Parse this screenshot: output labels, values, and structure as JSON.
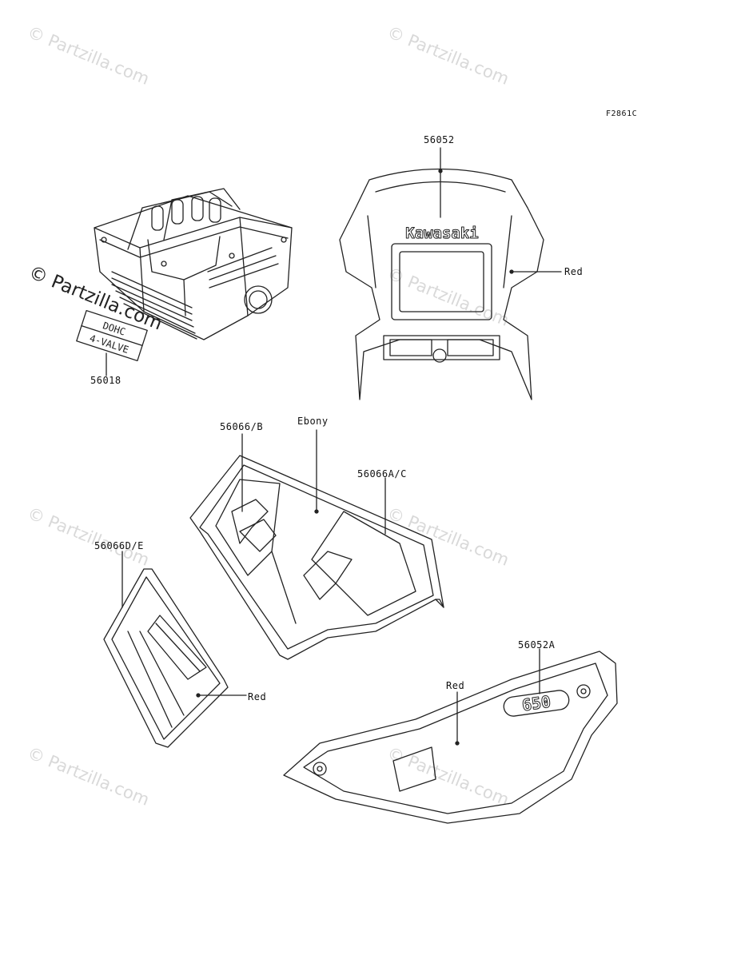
{
  "figure_code": "F2861C",
  "watermark": "© Partzilla.com",
  "parts": {
    "p56052": {
      "number": "56052"
    },
    "p56052_color": {
      "text": "Red"
    },
    "p56018": {
      "number": "56018"
    },
    "p56066b": {
      "number": "56066/B"
    },
    "p56066b_color": {
      "text": "Ebony"
    },
    "p56066ac": {
      "number": "56066A/C"
    },
    "p56066de": {
      "number": "56066D/E"
    },
    "p56066de_color": {
      "text": "Red"
    },
    "p56052a": {
      "number": "56052A"
    },
    "p56052a_color": {
      "text": "Red"
    }
  },
  "decal_text": {
    "kawasaki": "Kawasaki",
    "valve_top": "DOHC",
    "valve_bottom": "4-VALVE",
    "model": "650"
  }
}
